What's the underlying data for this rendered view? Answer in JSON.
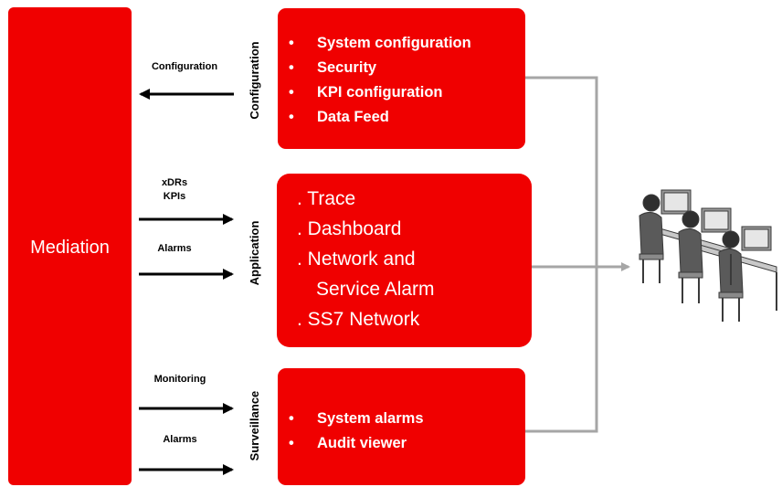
{
  "mediation": {
    "label": "Mediation"
  },
  "configuration": {
    "section_label": "Configuration",
    "arrow_label": "Configuration",
    "items": [
      "System configuration",
      "Security",
      "KPI configuration",
      "Data Feed"
    ]
  },
  "application": {
    "section_label": "Application",
    "arrow_labels": [
      "xDRs",
      "KPIs",
      "Alarms"
    ],
    "items": [
      ". Trace",
      ". Dashboard",
      ". Network and",
      "Service Alarm",
      ". SS7 Network"
    ]
  },
  "surveillance": {
    "section_label": "Surveillance",
    "arrow_labels": [
      "Monitoring",
      "Alarms"
    ],
    "items": [
      "System alarms",
      "Audit viewer"
    ]
  },
  "bullet_symbol": "•",
  "colors": {
    "box_red": "#f00000",
    "connector_gray": "#a6a6a6",
    "arrow_black": "#000000"
  },
  "icons": [
    "left-arrow-icon",
    "right-arrow-icon",
    "users-at-workstations-icon"
  ]
}
